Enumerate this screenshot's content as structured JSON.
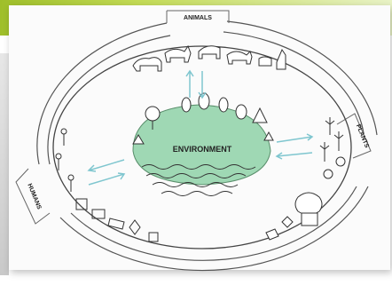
{
  "diagram": {
    "center_label": "ENVIRONMENT",
    "labels": {
      "animals": "ANIMALS",
      "plants": "PLANTS",
      "humans": "HUMANS"
    }
  },
  "colors": {
    "banner_green": "#a6c532",
    "environment_fill": "#9fd8b4",
    "outline": "#444444",
    "arrow_blue": "#7fc6cf"
  }
}
